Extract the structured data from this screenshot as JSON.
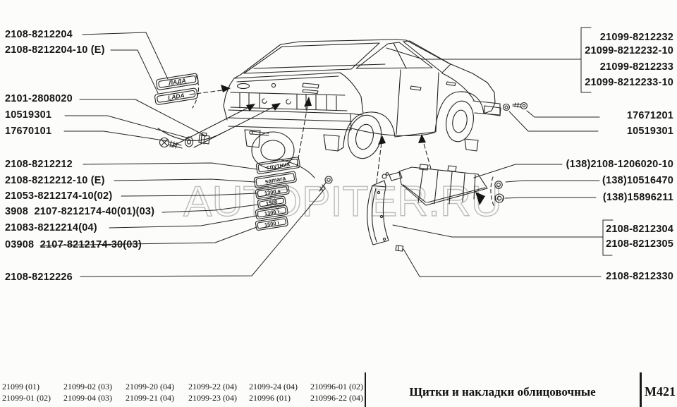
{
  "watermark": {
    "text": "AUTOPITER.RU"
  },
  "title_block": {
    "section_title": "Щитки и накладки облицовочные",
    "page_code": "М421"
  },
  "labels": {
    "left": [
      "2108-8212204",
      "2108-8212204-10 (Е)",
      "2101-2808020",
      "10519301",
      "17670101",
      "2108-8212212",
      "2108-8212212-10 (Е)",
      "21053-8212174-10(02)",
      "3908  2107-8212174-40(01)(03)",
      "21083-8212214(04)",
      "03908  2107-8212174-30(03)",
      "2108-8212226"
    ],
    "right": [
      "21099-8212232",
      "21099-8212232-10",
      "21099-8212233",
      "21099-8212233-10",
      "17671201",
      "10519301",
      "(138)2108-1206020-10",
      "(138)10516470",
      "(138)15896211",
      "2108-8212304",
      "2108-8212305",
      "2108-8212330"
    ]
  },
  "badges": {
    "nameplates": [
      "ЛАДА",
      "LADA"
    ],
    "model_badges": [
      "спутник",
      "samara",
      "1300 s",
      "1500",
      "1300 i",
      "1500 i"
    ]
  },
  "footer_models": {
    "row1": [
      "21099 (01)",
      "21099-02 (03)",
      "21099-20 (04)",
      "21099-22 (04)",
      "21099-24 (04)",
      "210996-01 (02)"
    ],
    "row2": [
      "21099-01 (02)",
      "21099-04 (03)",
      "21099-21 (04)",
      "21099-23 (04)",
      "210996 (01)",
      "210996-22 (04)"
    ]
  },
  "colors": {
    "line": "#222222",
    "watermark": "#b5b5b5"
  }
}
